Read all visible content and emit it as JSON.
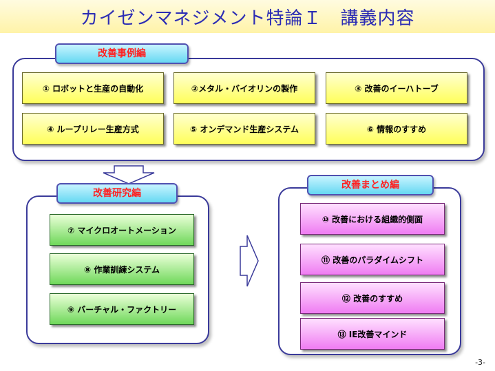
{
  "title": "カイゼンマネジメント特論Ｉ　講義内容",
  "sections": {
    "cases": {
      "label": "改善事例編",
      "items": [
        "① ロボットと生産の自動化",
        "②メタル・バイオリンの製作",
        "③ 改善のイーハトーブ",
        "④ ループリレー生産方式",
        "⑤ オンデマンド生産システム",
        "⑥ 情報のすすめ"
      ]
    },
    "research": {
      "label": "改善研究編",
      "items": [
        "⑦ マイクロオートメーション",
        "⑧ 作業訓練システム",
        "⑨ バーチャル・ファクトリー"
      ]
    },
    "summary": {
      "label": "改善まとめ編",
      "items": [
        "⑩ 改善における組織的側面",
        "⑪ 改善のパラダイムシフト",
        "⑫ 改善のすすめ",
        "⑬ IE改善マインド"
      ]
    }
  },
  "page_number": "-3-",
  "colors": {
    "title_text": "#2d2db4",
    "title_background": "#fff3a8",
    "section_label": "#ff2020",
    "tab_fill": "#66d8f2",
    "yellow_item": "#ffff5a",
    "green_item": "#6fd85a",
    "magenta_item": "#ef7cf2",
    "panel_border": "#3a3a9a"
  }
}
